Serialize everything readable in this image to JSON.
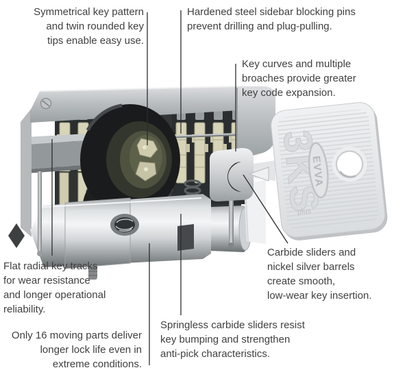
{
  "diagram": {
    "subject": "EVVA 3KS cylinder lock cutaway with key",
    "key_bow_text": "3KS",
    "key_brand": "EVVA",
    "key_series_label": "plus"
  },
  "annotations": [
    {
      "id": "symmetrical-key-pattern",
      "align": "right",
      "lines": [
        "Symmetrical key pattern",
        "and twin rounded key",
        "tips enable easy use."
      ]
    },
    {
      "id": "hardened-steel-sidebar",
      "align": "left",
      "lines": [
        "Hardened steel sidebar blocking pins",
        "prevent drilling and plug-pulling."
      ]
    },
    {
      "id": "key-curves-broaches",
      "align": "left",
      "lines": [
        "Key curves and multiple",
        "broaches provide greater",
        "key code expansion."
      ]
    },
    {
      "id": "flat-radial-key-tracks",
      "align": "left",
      "lines": [
        "Flat radial key tracks",
        "for wear resistance",
        "and longer operational",
        "reliability."
      ]
    },
    {
      "id": "only-16-moving-parts",
      "align": "right",
      "lines": [
        "Only 16 moving parts deliver",
        "longer lock life even in",
        "extreme conditions."
      ]
    },
    {
      "id": "springless-carbide-sliders",
      "align": "left",
      "lines": [
        "Springless carbide sliders resist",
        "key bumping and strengthen",
        "anti-pick characteristics."
      ]
    },
    {
      "id": "carbide-sliders-barrels",
      "align": "left",
      "lines": [
        "Carbide sliders and",
        "nickel silver barrels",
        "create smooth,",
        "low-wear key insertion."
      ]
    }
  ],
  "colors": {
    "background": "#ffffff",
    "text": "#3f3f3f",
    "callout_line": "#2c2c2c",
    "slider_cream": "#d7d4b7",
    "metal_light": "#e8eaec",
    "metal_dark": "#2e3132",
    "plug_olive": "#565a46"
  }
}
